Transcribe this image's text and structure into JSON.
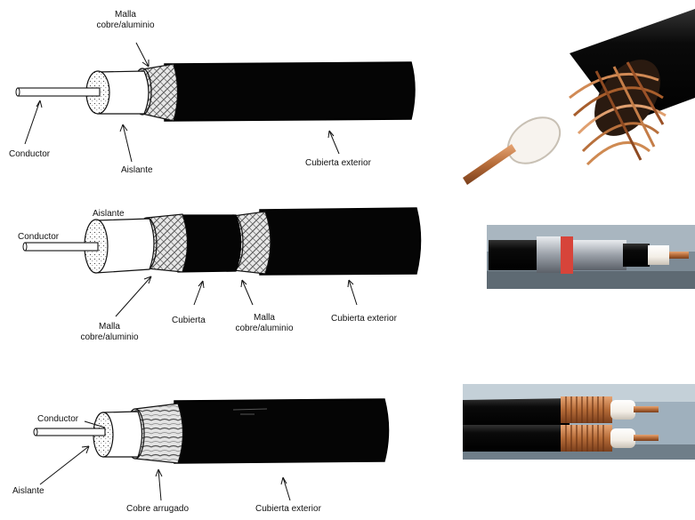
{
  "diagram": {
    "cable_simple": {
      "conductor": "Conductor",
      "insulator": "Aislante",
      "mesh_line1": "Malla",
      "mesh_line2": "cobre/aluminio",
      "outer_jacket": "Cubierta exterior"
    },
    "cable_double_shield": {
      "insulator": "Aislante",
      "conductor": "Conductor",
      "mesh1_line1": "Malla",
      "mesh1_line2": "cobre/aluminio",
      "jacket": "Cubierta",
      "mesh2_line1": "Malla",
      "mesh2_line2": "cobre/aluminio",
      "outer_jacket": "Cubierta exterior"
    },
    "cable_corrugated": {
      "conductor": "Conductor",
      "insulator": "Aislante",
      "corrugated_copper": "Cobre arrugado",
      "outer_jacket": "Cubierta exterior"
    }
  },
  "colors": {
    "jacket": "#0a0a0a",
    "copper": "#c07a45",
    "dielectric": "#f6f1ea",
    "shield": "#9aa0a8"
  }
}
